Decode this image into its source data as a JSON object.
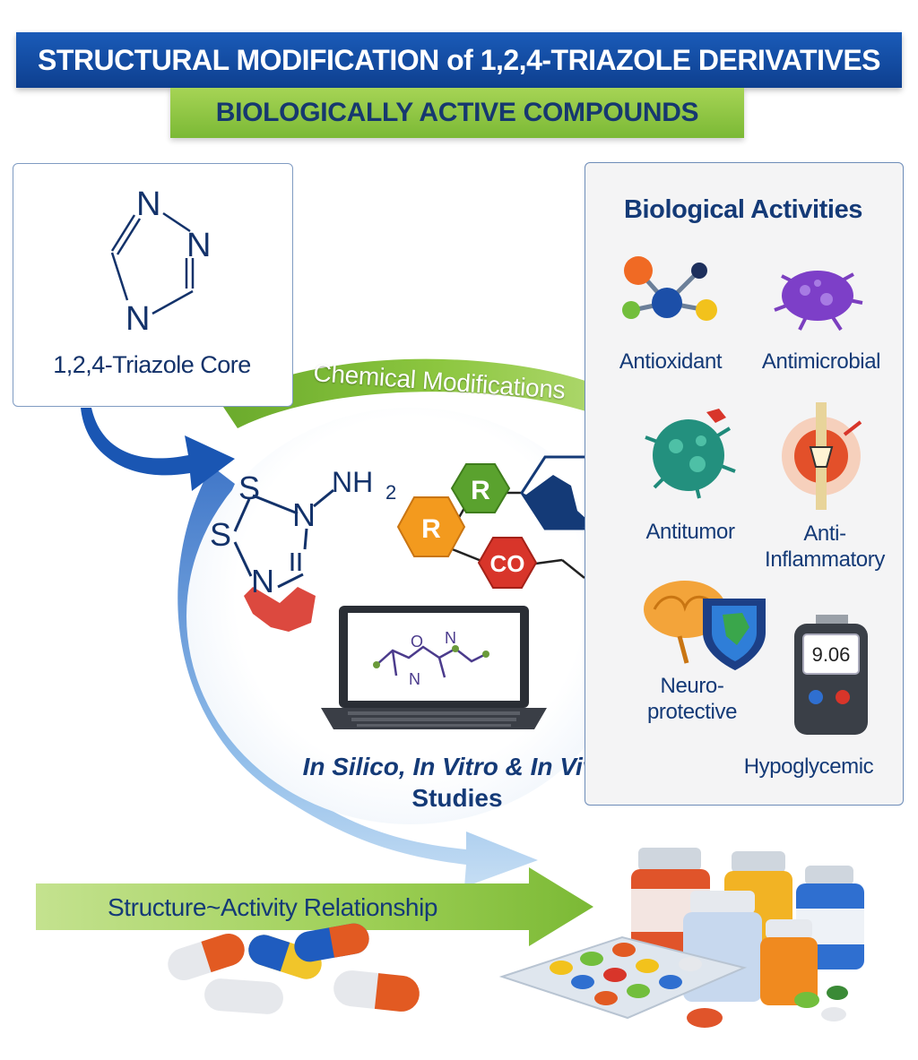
{
  "header": {
    "title": "STRUCTURAL MODIFICATION of 1,2,4-TRIAZOLE DERIVATIVES",
    "subtitle": "BIOLOGICALLY ACTIVE COMPOUNDS"
  },
  "core": {
    "label": "1,2,4-Triazole Core",
    "atoms": [
      "N",
      "N",
      "N"
    ]
  },
  "flow": {
    "chemical_modifications": "Chemical Modifications",
    "studies_line1": "In Silico, In Vitro & In Vivo",
    "studies_line2": "Studies",
    "sar": "Structure~Activity Relationship"
  },
  "modifications": {
    "atoms": [
      "S",
      "S",
      "N",
      "N",
      "NH",
      "2"
    ],
    "r1": "R",
    "r2": "R",
    "co": "CO"
  },
  "laptop": {
    "molecule_atoms": [
      "O",
      "N",
      "N"
    ]
  },
  "activities": {
    "title": "Biological Activities",
    "items": [
      {
        "label": "Antioxidant",
        "icon": "molecule-icon"
      },
      {
        "label": "Antimicrobial",
        "icon": "microbe-icon"
      },
      {
        "label": "Antitumor",
        "icon": "tumor-cell-icon"
      },
      {
        "label_line1": "Anti-",
        "label_line2": "Inflammatory",
        "icon": "inflamed-joint-icon"
      },
      {
        "label_line1": "Neuro-",
        "label_line2": "protective",
        "icon": "brain-shield-icon"
      },
      {
        "label": "Hypoglycemic",
        "icon": "glucose-meter-icon"
      }
    ],
    "glucose_reading": "9.06"
  },
  "colors": {
    "navy": "#143a77",
    "banner_blue": "#1a5bb8",
    "banner_green": "#8cc63f",
    "arrow_blue": "#1a5bb8",
    "arrow_green": "#7bb935",
    "orange": "#f39a1e",
    "green_hex": "#5aa22e",
    "red_hex": "#d8352a"
  }
}
